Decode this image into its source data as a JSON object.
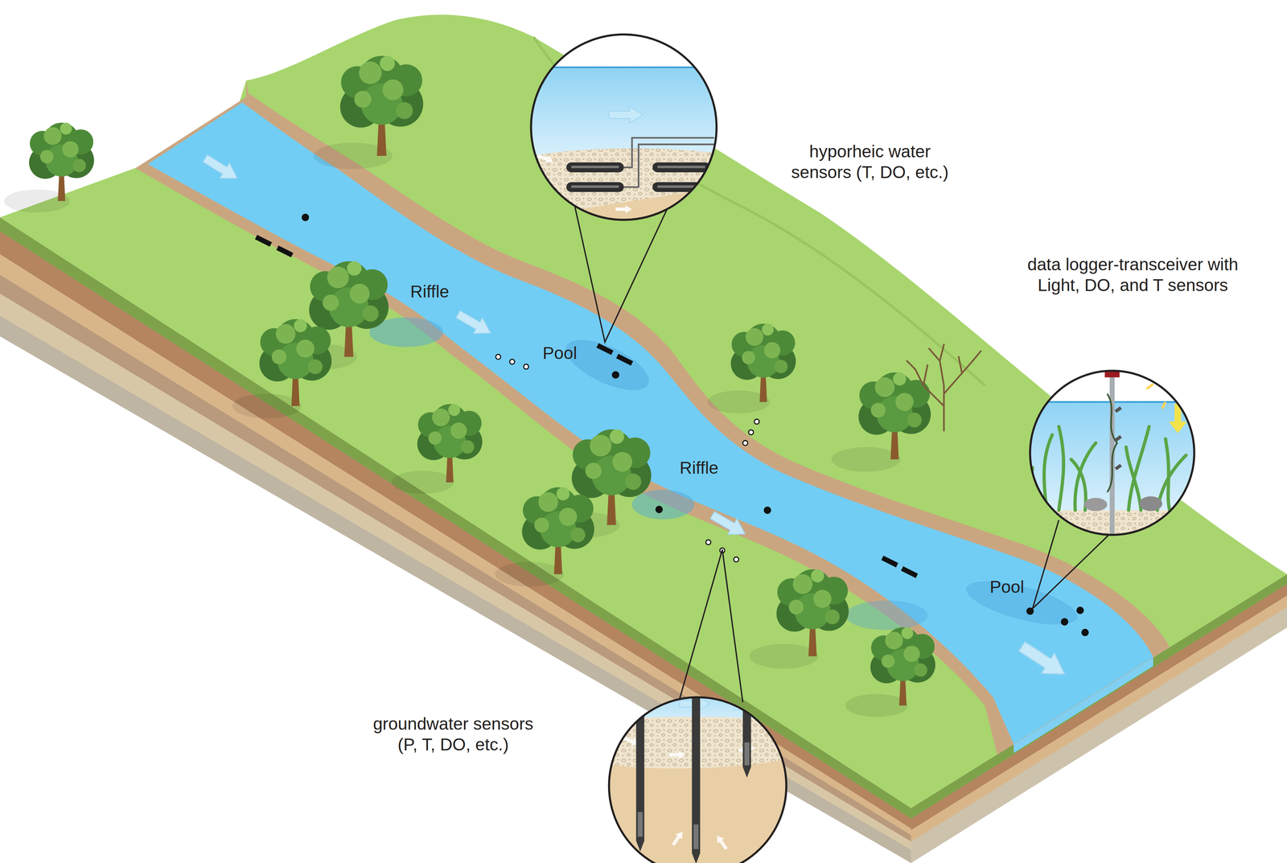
{
  "diagram": {
    "labels": [
      "hyporheic water sensors (T, DO, etc.)",
      "data logger-transceiver with Light, DO, and T sensors",
      "Riffle",
      "Pool",
      "Riffle",
      "Pool",
      "groundwater sensors (P, T, DO, etc.)"
    ]
  }
}
